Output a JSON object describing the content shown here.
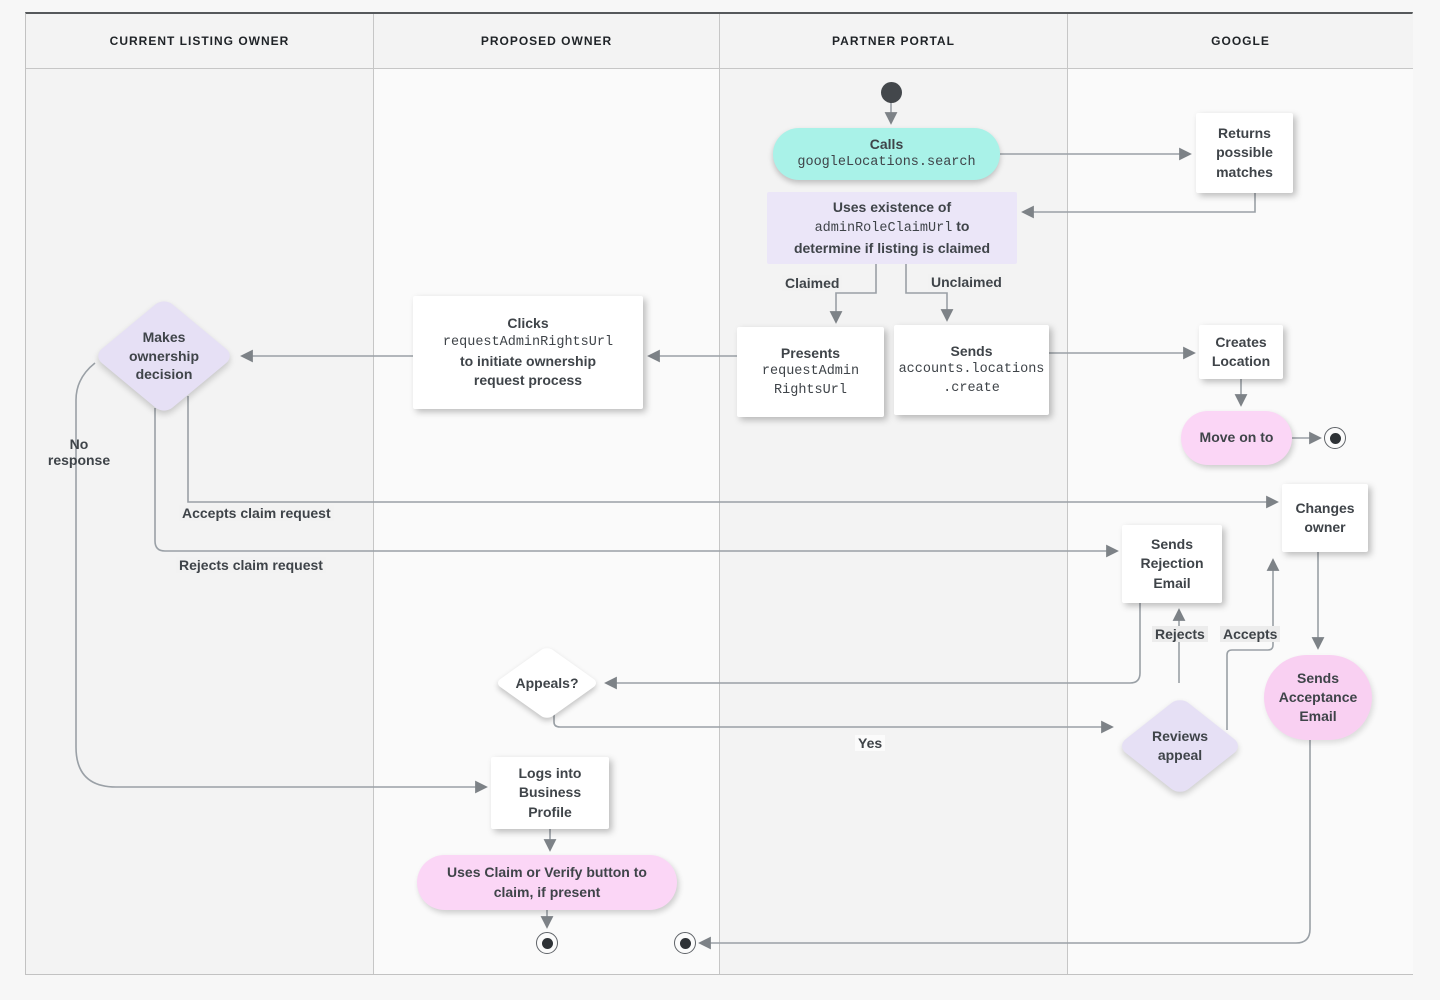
{
  "lanes": [
    {
      "label": "CURRENT LISTING OWNER"
    },
    {
      "label": "PROPOSED OWNER"
    },
    {
      "label": "PARTNER PORTAL"
    },
    {
      "label": "GOOGLE"
    }
  ],
  "nodes": {
    "calls": {
      "title": "Calls",
      "code": "googleLocations.search"
    },
    "returns_matches": {
      "lines": [
        "Returns",
        "possible",
        "matches"
      ]
    },
    "uses_existence": {
      "line1": "Uses existence of",
      "code": "adminRoleClaimUrl",
      "after_code": " to",
      "line3": "determine if listing is claimed"
    },
    "presents": {
      "title": "Presents",
      "code_lines": [
        "requestAdmin",
        "RightsUrl"
      ]
    },
    "sends_create": {
      "title": "Sends",
      "code_lines": [
        "accounts.locations",
        ".create"
      ]
    },
    "creates_location": {
      "lines": [
        "Creates",
        "Location"
      ]
    },
    "move_on": {
      "label": "Move on to"
    },
    "clicks": {
      "title": "Clicks",
      "code": "requestAdminRightsUrl",
      "line3": "to initiate ownership",
      "line4": "request process"
    },
    "ownership_decision": {
      "lines": [
        "Makes",
        "ownership",
        "decision"
      ]
    },
    "rejection_email": {
      "lines": [
        "Sends",
        "Rejection",
        "Email"
      ]
    },
    "changes_owner": {
      "lines": [
        "Changes",
        "owner"
      ]
    },
    "acceptance_email": {
      "lines": [
        "Sends",
        "Acceptance",
        "Email"
      ]
    },
    "appeals": {
      "label": "Appeals?"
    },
    "reviews_appeal": {
      "lines": [
        "Reviews",
        "appeal"
      ]
    },
    "logs_in": {
      "lines": [
        "Logs into",
        "Business",
        "Profile"
      ]
    },
    "claim_verify": {
      "lines": [
        "Uses Claim or Verify button to",
        "claim, if present"
      ]
    }
  },
  "edge_labels": {
    "claimed": "Claimed",
    "unclaimed": "Unclaimed",
    "no_response_1": "No",
    "no_response_2": "response",
    "accepts_claim": "Accepts claim request",
    "rejects_claim": "Rejects claim request",
    "rejects": "Rejects",
    "accepts": "Accepts",
    "yes": "Yes"
  },
  "colors": {
    "teal": "#a9f2e8",
    "lavender_box": "#ebe6f8",
    "lavender_diamond": "#e6e0f5",
    "pink_pill": "#fbd6f6",
    "pink_blob": "#f9d0f2",
    "line": "#9aa0a6",
    "text": "#3f4449",
    "lane_gray": "#f3f3f3",
    "lane_light": "#fafafa"
  }
}
